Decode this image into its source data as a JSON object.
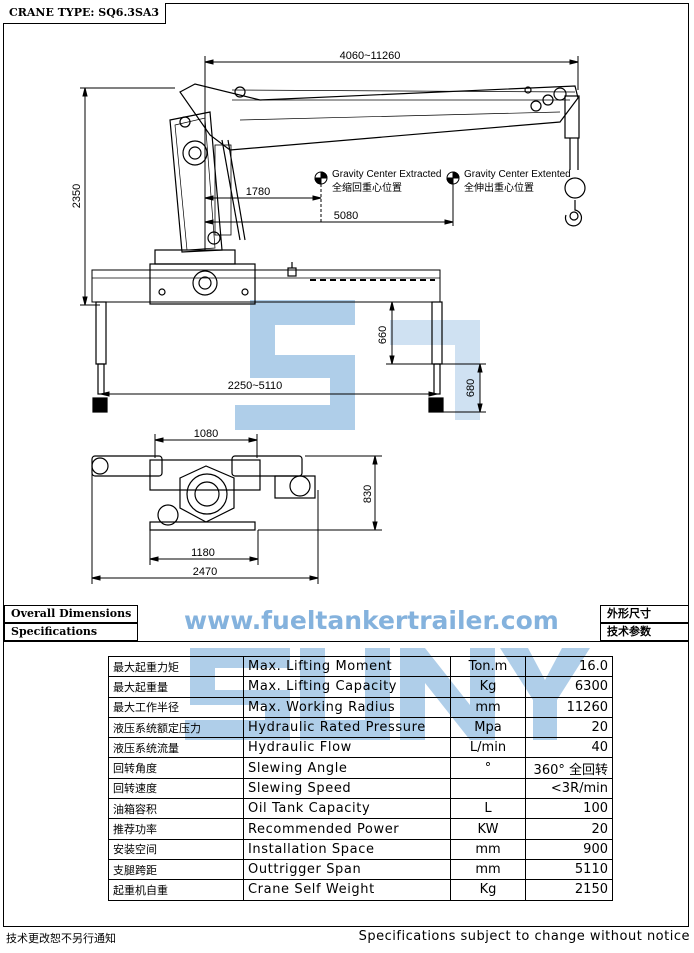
{
  "crane_type": "CRANE TYPE: SQ6.3SA3",
  "dimensions": {
    "boom_reach": "4060~11260",
    "height": "2350",
    "gc_retracted_dist": "1780",
    "gc_extended_dist": "5080",
    "leg_660": "660",
    "leg_680": "680",
    "outrigger_span": "2250~5110",
    "base_1080": "1080",
    "base_830": "830",
    "base_1180": "1180",
    "base_2470": "2470"
  },
  "gravity_center": {
    "retracted_en": "Gravity Center Extracted",
    "retracted_cn": "全缩回重心位置",
    "extended_en": "Gravity Center Extented",
    "extended_cn": "全伸出重心位置"
  },
  "labels": {
    "overall_en": "Overall Dimensions",
    "specs_en": "Specifications",
    "overall_cn": "外形尺寸",
    "specs_cn": "技术参数"
  },
  "watermark": {
    "url": "www.fueltankertrailer.com",
    "logo": "SUNY",
    "color": "#6ea5d7"
  },
  "specs": [
    {
      "cn": "最大起重力矩",
      "en": "Max. Lifting Moment",
      "unit": "Ton.m",
      "value": "16.0"
    },
    {
      "cn": "最大起重量",
      "en": "Max. Lifting Capacity",
      "unit": "Kg",
      "value": "6300"
    },
    {
      "cn": "最大工作半径",
      "en": "Max. Working Radius",
      "unit": "mm",
      "value": "11260"
    },
    {
      "cn": "液压系统额定压力",
      "en": "Hydraulic Rated Pressure",
      "unit": "Mpa",
      "value": "20"
    },
    {
      "cn": "液压系统流量",
      "en": "Hydraulic Flow",
      "unit": "L/min",
      "value": "40"
    },
    {
      "cn": "回转角度",
      "en": "Slewing Angle",
      "unit": "°",
      "value": "360° 全回转"
    },
    {
      "cn": "回转速度",
      "en": "Slewing Speed",
      "unit": "",
      "value": "<3R/min"
    },
    {
      "cn": "油箱容积",
      "en": "Oil Tank Capacity",
      "unit": "L",
      "value": "100"
    },
    {
      "cn": "推荐功率",
      "en": "Recommended Power",
      "unit": "KW",
      "value": "20"
    },
    {
      "cn": "安装空间",
      "en": "Installation Space",
      "unit": "mm",
      "value": "900"
    },
    {
      "cn": "支腿跨距",
      "en": "Outtrigger Span",
      "unit": "mm",
      "value": "5110"
    },
    {
      "cn": "起重机自重",
      "en": "Crane Self Weight",
      "unit": "Kg",
      "value": "2150"
    }
  ],
  "footer": {
    "left": "技术更改恕不另行通知",
    "right": "Specifications subject to change without notice"
  }
}
